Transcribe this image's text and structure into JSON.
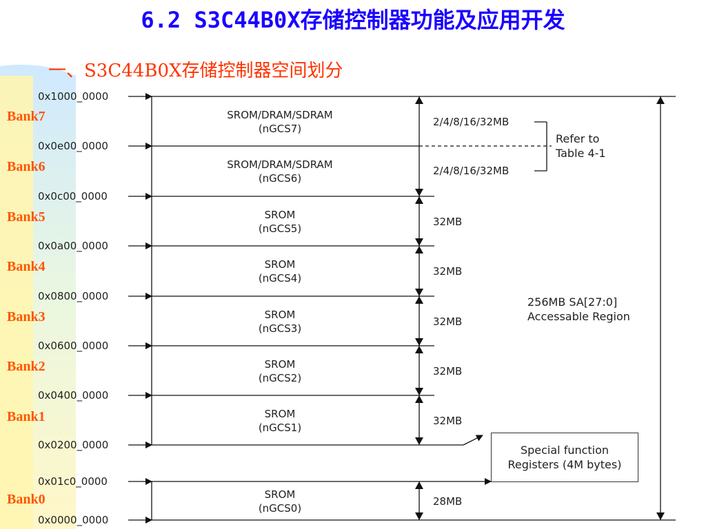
{
  "slide": {
    "title": "6.2 S3C44B0X存储控制器功能及应用开发",
    "subtitle": "一、S3C44B0X存储控制器空间划分"
  },
  "banks": [
    {
      "label": "Bank7",
      "region": "SROM/DRAM/SDRAM",
      "cs": "(nGCS7)",
      "size": "2/4/8/16/32MB"
    },
    {
      "label": "Bank6",
      "region": "SROM/DRAM/SDRAM",
      "cs": "(nGCS6)",
      "size": "2/4/8/16/32MB"
    },
    {
      "label": "Bank5",
      "region": "SROM",
      "cs": "(nGCS5)",
      "size": "32MB"
    },
    {
      "label": "Bank4",
      "region": "SROM",
      "cs": "(nGCS4)",
      "size": "32MB"
    },
    {
      "label": "Bank3",
      "region": "SROM",
      "cs": "(nGCS3)",
      "size": "32MB"
    },
    {
      "label": "Bank2",
      "region": "SROM",
      "cs": "(nGCS2)",
      "size": "32MB"
    },
    {
      "label": "Bank1",
      "region": "SROM",
      "cs": "(nGCS1)",
      "size": "32MB"
    },
    {
      "label": "Bank0",
      "region": "SROM",
      "cs": "(nGCS0)",
      "size": "28MB"
    }
  ],
  "addresses": [
    "0x1000_0000",
    "0x0e00_0000",
    "0x0c00_0000",
    "0x0a00_0000",
    "0x0800_0000",
    "0x0600_0000",
    "0x0400_0000",
    "0x0200_0000",
    "0x01c0_0000",
    "0x0000_0000"
  ],
  "refer_note": {
    "line1": "Refer to",
    "line2": "Table 4-1"
  },
  "accessible_region": {
    "line1": "256MB SA[27:0]",
    "line2": "Accessable Region"
  },
  "special_registers": {
    "line1": "Special function",
    "line2": "Registers (4M bytes)"
  },
  "colors": {
    "title": "#1a00ff",
    "subtitle": "#ff3300",
    "bank_label": "#ff5500",
    "line": "#111111"
  }
}
